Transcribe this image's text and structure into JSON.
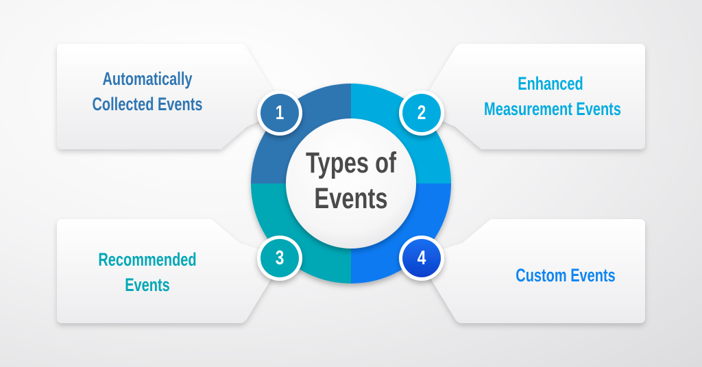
{
  "title": {
    "lines": [
      "Types of",
      "Events"
    ],
    "color": "#4a4a4a"
  },
  "items": [
    {
      "number": "1",
      "lines": [
        "Automatically",
        "Collected Events"
      ],
      "text_color": "#2f76b2",
      "segment_color": "#2f76b2",
      "badge_color": "#2f76b2"
    },
    {
      "number": "2",
      "lines": [
        "Enhanced",
        "Measurement Events"
      ],
      "text_color": "#00acdf",
      "segment_color": "#00acdf",
      "badge_color": "#00acdf"
    },
    {
      "number": "3",
      "lines": [
        "Recommended",
        "Events"
      ],
      "text_color": "#00a7b5",
      "segment_color": "#00a7b5",
      "badge_color": "#00a7b5"
    },
    {
      "number": "4",
      "lines": [
        "Custom Events"
      ],
      "text_color": "#0d85f0",
      "segment_color": "#0a7af2",
      "badge_color": "#0a4fd8"
    }
  ]
}
